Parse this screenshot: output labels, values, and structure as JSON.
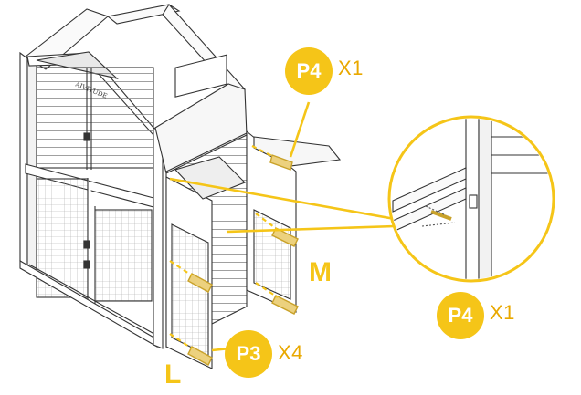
{
  "callouts": {
    "p4_top": {
      "part": "P4",
      "qty": "X1"
    },
    "p4_detail": {
      "part": "P4",
      "qty": "X1"
    },
    "p3": {
      "part": "P3",
      "qty": "X4"
    }
  },
  "panel_labels": {
    "m": "M",
    "l": "L"
  },
  "cabinet_branding": "AIVITUDE",
  "colors": {
    "accent": "#F5C518",
    "accent_text": "#E9A800",
    "line": "#333333",
    "mesh": "#9a9a9a",
    "screw": "#E7C46A"
  },
  "icons": [
    "screw-icon",
    "magnify-detail-icon"
  ]
}
